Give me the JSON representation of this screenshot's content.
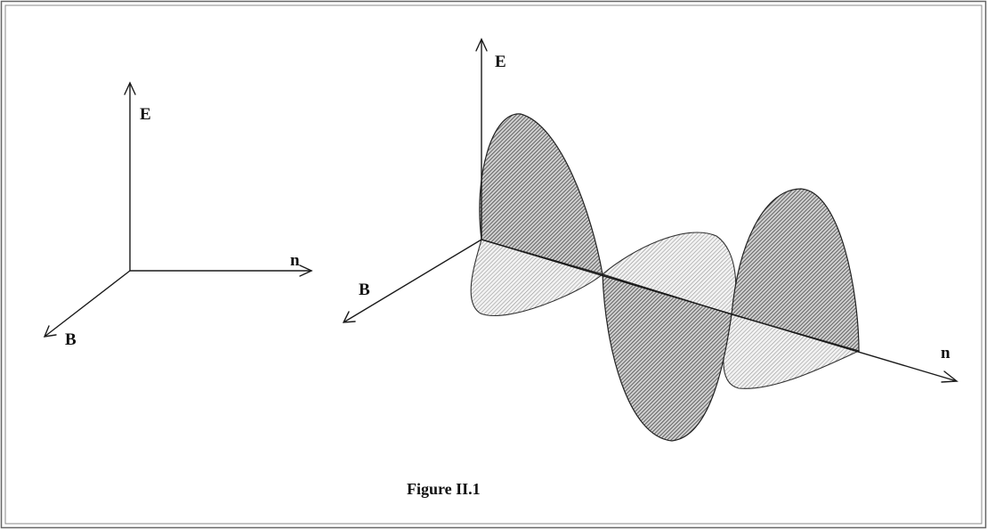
{
  "figure": {
    "caption": "Figure II.1"
  },
  "axes_small": {
    "e_label": "E",
    "n_label": "n",
    "b_label": "B"
  },
  "axes_wave": {
    "e_label": "E",
    "n_label": "n",
    "b_label": "B"
  },
  "colors": {
    "line": "#1a1a1a",
    "hatch_dark": "#555555",
    "hatch_light": "#8a8a8a",
    "frame": "#555555"
  }
}
